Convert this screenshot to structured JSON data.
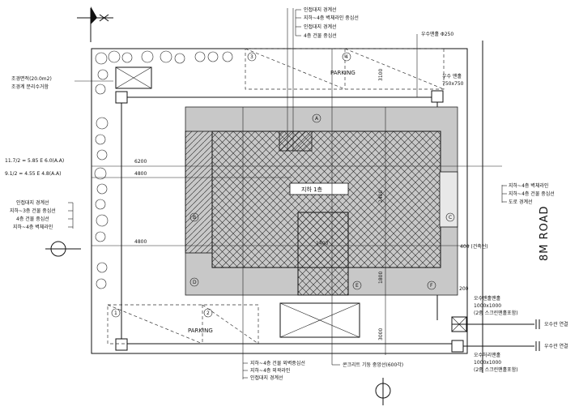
{
  "labels": {
    "top_callouts": [
      "인접대지 경계선",
      "지하~4층 벽체라인 중심선",
      "인접대지 경계선",
      "4층 건물 중심선"
    ],
    "top_right_pipe": "우수맨홀 Φ250",
    "box_size_top": [
      "우수 맨홀",
      "750x750"
    ],
    "left_note": [
      "조경면적(20.0m2)",
      "조경계 분리수거함"
    ],
    "dim_left_1": "11.7/2 = 5.85 E 6.0(A.A)",
    "dim_left_2": "9.1/2 = 4.55 E 4.8(A.A)",
    "dim_6200": "6200",
    "dim_4800_a": "4800",
    "dim_4800_b": "4800",
    "left_callouts": [
      "인접대지 경계선",
      "지하~3층 건물 중심선",
      "4층 건물 중심선",
      "지하~4층 벽체라인"
    ],
    "right_callouts": [
      "지하~4층 벽체라인",
      "지하~4층 건물 중심선",
      "도로 경계선"
    ],
    "center_label": "지하 1층",
    "parking_top": "PARKING",
    "parking_bottom": "PARKING",
    "road": "8M ROAD",
    "dim_3100": "3100",
    "dim_2400": "2400",
    "dim_1400": "1400",
    "dim_1800": "1800",
    "dim_3000": "3000",
    "dim_200": "200",
    "setback": "400 (건축선)",
    "bottom_callouts": [
      "지하~4층 건물 외벽중심선",
      "지하~4층 외곽라인",
      "인접대지 경계선"
    ],
    "bottom_mid": "콘크리트 기둥 중앙선(600각)",
    "box_right_1": [
      "오수맨홀맨홀",
      "1000x1000",
      "(2중 스크린맨홀포함)"
    ],
    "box_right_2": [
      "오수처리맨홀",
      "1000x1000",
      "(2중 스크린맨홀포함)"
    ],
    "pipe_right_1": "오수관 연결",
    "pipe_right_2": "우수관 연결",
    "markers": [
      "1",
      "2",
      "3",
      "4",
      "A",
      "B",
      "C",
      "D",
      "E",
      "F"
    ]
  }
}
